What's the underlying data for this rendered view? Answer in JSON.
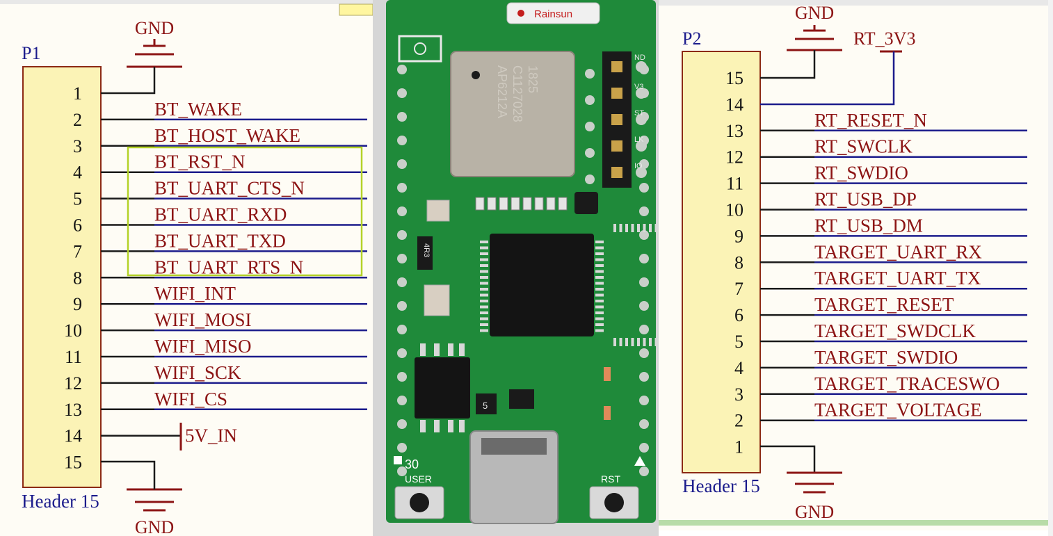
{
  "colors": {
    "wire": "#1a1a1a",
    "bus": "#1c1c8c",
    "net_label": "#8c1414",
    "pin_number": "#141414",
    "designator": "#1c1c8c",
    "header_fill": "#fbf3b6",
    "header_border": "#8c2a14",
    "power_symbol": "#8c1414",
    "highlight_box": "#b4d228",
    "pcb_green": "#1f8a3a"
  },
  "left_schematic": {
    "designator": "P1",
    "component": "Header 15",
    "gnd_top": "GND",
    "gnd_bottom": "GND",
    "pins": [
      {
        "num": "1",
        "net": ""
      },
      {
        "num": "2",
        "net": "BT_WAKE"
      },
      {
        "num": "3",
        "net": "BT_HOST_WAKE"
      },
      {
        "num": "4",
        "net": "BT_RST_N"
      },
      {
        "num": "5",
        "net": "BT_UART_CTS_N"
      },
      {
        "num": "6",
        "net": "BT_UART_RXD"
      },
      {
        "num": "7",
        "net": "BT_UART_TXD"
      },
      {
        "num": "8",
        "net": "BT_UART_RTS_N"
      },
      {
        "num": "9",
        "net": "WIFI_INT"
      },
      {
        "num": "10",
        "net": "WIFI_MOSI"
      },
      {
        "num": "11",
        "net": "WIFI_MISO"
      },
      {
        "num": "12",
        "net": "WIFI_SCK"
      },
      {
        "num": "13",
        "net": "WIFI_CS"
      },
      {
        "num": "14",
        "net": "5V_IN"
      },
      {
        "num": "15",
        "net": ""
      }
    ]
  },
  "board_photo": {
    "crystal_label": "Rainsun",
    "module_marking": [
      "AP6212A",
      "C1127028",
      "1825"
    ],
    "header_pin_labels": [
      "ND",
      "V3",
      "ST",
      "LK",
      "IO"
    ],
    "inductor_marking": "4R3",
    "regulator_marking": "5",
    "silkscreen_left": "30",
    "user_button": "USER",
    "reset_button": "RST"
  },
  "right_schematic": {
    "designator": "P2",
    "component": "Header 15",
    "gnd_top": "GND",
    "power_top": "RT_3V3",
    "gnd_bottom": "GND",
    "pins": [
      {
        "num": "15",
        "net": ""
      },
      {
        "num": "14",
        "net": ""
      },
      {
        "num": "13",
        "net": "RT_RESET_N"
      },
      {
        "num": "12",
        "net": "RT_SWCLK"
      },
      {
        "num": "11",
        "net": "RT_SWDIO"
      },
      {
        "num": "10",
        "net": "RT_USB_DP"
      },
      {
        "num": "9",
        "net": "RT_USB_DM"
      },
      {
        "num": "8",
        "net": "TARGET_UART_RX"
      },
      {
        "num": "7",
        "net": "TARGET_UART_TX"
      },
      {
        "num": "6",
        "net": "TARGET_RESET"
      },
      {
        "num": "5",
        "net": "TARGET_SWDCLK"
      },
      {
        "num": "4",
        "net": "TARGET_SWDIO"
      },
      {
        "num": "3",
        "net": "TARGET_TRACESWO"
      },
      {
        "num": "2",
        "net": "TARGET_VOLTAGE"
      },
      {
        "num": "1",
        "net": ""
      }
    ]
  }
}
